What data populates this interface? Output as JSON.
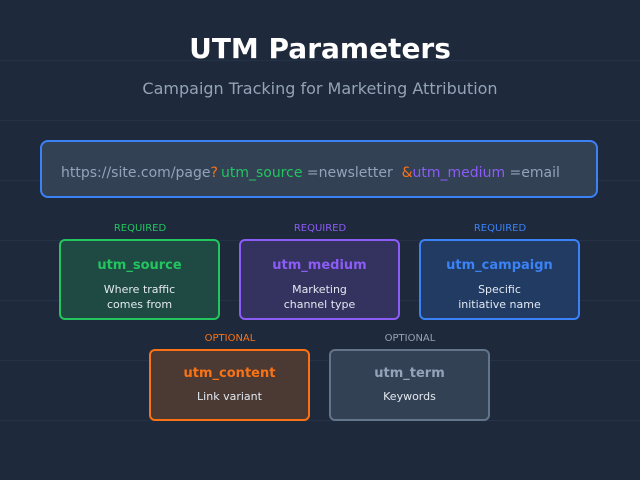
{
  "header": {
    "title": "UTM Parameters",
    "subtitle": "Campaign Tracking for Marketing Attribution"
  },
  "url_example": {
    "base": "https://site.com/page",
    "q": "?",
    "p1_key": "utm_source",
    "p1_value": " =newsletter  ",
    "amp": "&",
    "p2_key": "utm_medium",
    "p2_value": " =email"
  },
  "parameters": [
    {
      "status": "REQUIRED",
      "name": "utm_source",
      "desc_line1": "Where traffic",
      "desc_line2": "comes from",
      "color": "#22c55e"
    },
    {
      "status": "REQUIRED",
      "name": "utm_medium",
      "desc_line1": "Marketing",
      "desc_line2": "channel type",
      "color": "#8b5cf6"
    },
    {
      "status": "REQUIRED",
      "name": "utm_campaign",
      "desc_line1": "Specific",
      "desc_line2": "initiative name",
      "color": "#3b82f6"
    },
    {
      "status": "OPTIONAL",
      "name": "utm_content",
      "desc_line1": "Link variant",
      "color": "#f97316"
    },
    {
      "status": "OPTIONAL",
      "name": "utm_term",
      "desc_line1": "Keywords",
      "color": "#94a3b8"
    }
  ],
  "colors": {
    "background": "#1e293b",
    "source": "#22c55e",
    "medium": "#8b5cf6",
    "campaign": "#3b82f6",
    "content": "#f97316",
    "term": "#94a3b8"
  }
}
